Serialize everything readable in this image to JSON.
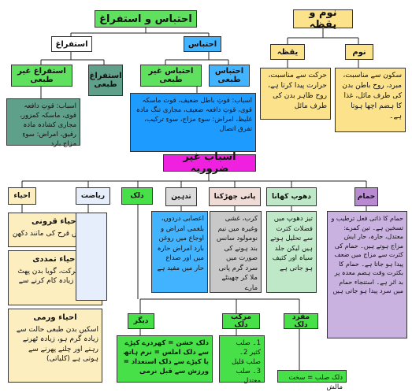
{
  "top_left": {
    "title": "احتباس و استفراغ",
    "istifragh": "استفراغ",
    "ihtibas": "احتباس",
    "istifragh_ghair_tabai": "استفراغ غیر طبعی",
    "istifragh_tabai": "استفراغ طبعی",
    "ihtibas_ghair_tabai": "احتباس غیر طبعی",
    "ihtibas_tabai": "احتباس طبعی",
    "left_text": "اسباب: قوتِ دافعہ قوی، ماسکہ کمزور، مجاری کشادہ مادہ رقیق، امراض: سوءِ مزاج بارد",
    "right_text": "اسباب: قوتِ باطل ضعیف، قوت ماسکہ قوی، قوتِ دافعہ ضعیف، مجاری تنگ مادہ غلیظ، امراض: سوءِ مزاج، سوءِ ترکیب، تفرق اتصال"
  },
  "top_right": {
    "title": "نوم و یقظہ",
    "yaqza": "یقظہ",
    "naum": "نوم",
    "yaqza_text": "حرکت سے مناسبت، حرارت پیدا کرتا ہے، روح ظاہر بدن کی طرف مائل",
    "naum_text": "سکون سے مناسبت، مبرد، روح باطن بدن کی طرف مائل، غذا کا ہضم اچھا ہوتا ہے۔"
  },
  "main_title": "اسباب غیر ضروریہ",
  "categories": [
    "احیاء",
    "ریاضت",
    "دلک",
    "تدہین",
    "پانی چھڑکنا",
    "دھوپ کھانا",
    "حمام"
  ],
  "ahya": {
    "s1": "احیاء قرونی",
    "t1": "تکان میں قرح کی مانند دکھن",
    "s2": "احیاء تمددی",
    "t2": "ناگوار حرکت، گویا بدن پھٹ رہا ہے، زیادہ کام کرنے سے واقع",
    "s3": "احیاء ورمی",
    "t3": "اسکیں بدن طبعی حالت سے زیادہ گرم ہو، زیادہ ٹھرنے رہنے اور چلنے پھرنے سے ہوتی ہے (کلیاتی)"
  },
  "tadheen_text": "اعصابی دردوں، بلغمی امراض و اوجاع میں روغن بارد امراض حارہ میں اور صداع حار میں مفید ہے",
  "pani_text": "کرب، غشی وغیرہ میں نیم نومولود سانس بند ہونے کی صورت میں سرد گرم پانی ملا کر چھینٹے مارے",
  "dhoop_text": "تیز دھوپ میں فضلات کثرت سے تحلیل ہوتے ہیں لیکن جلد سیاہ اور کثیف ہو جاتی ہے",
  "hammam_text": "حمام کا ذاتی فعل ترطیب و تسخین ہے۔ تین کمرے: معتدل، حارہ، حار ایش مزاج ہوتے ہیں۔ حمام کی کثرت سے مزاج میں ضعف پیدا ہو جاتا ہے۔ حمام کا بکثرت وقت ہضم معدہ پر بد اثر ہے۔ استنجاء حمام میں سرد پیدا ہو جاتی ہیں",
  "dalak_sub": {
    "digar": "دیگر",
    "murakkab": "مرکب دلک",
    "mufrad": "مفرد دلک"
  },
  "digar_text": "دلک خشن = کھردرے کپڑے سے دلک املس = نرم ہاتھ یا کپڑے سے دلک استعداد = ورزش سے قبل نرمی",
  "murakkab_text": "1۔ صلب کثیر 2۔ صلب قلیل 3۔ صلب معتدل",
  "mufrad_text": "دلک صلب = سخت مالش"
}
